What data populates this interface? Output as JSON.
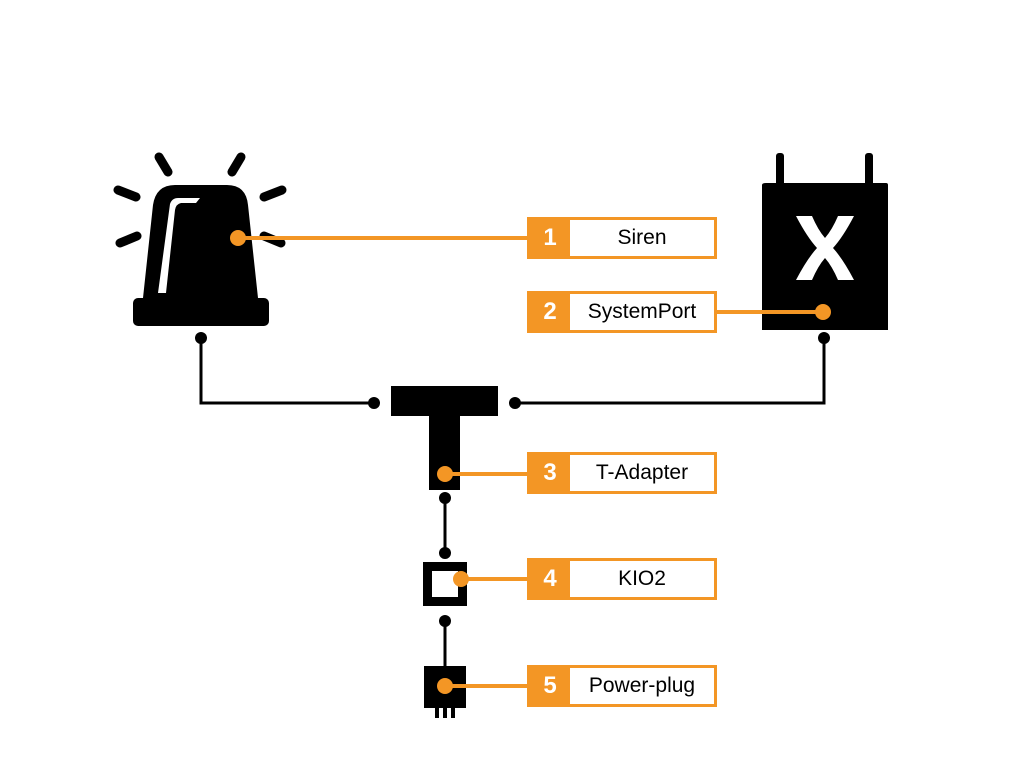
{
  "colors": {
    "accent": "#f39625",
    "ink": "#000000",
    "background": "#ffffff"
  },
  "labels": [
    {
      "number": "1",
      "text": "Siren"
    },
    {
      "number": "2",
      "text": "SystemPort"
    },
    {
      "number": "3",
      "text": "T-Adapter"
    },
    {
      "number": "4",
      "text": "KIO2"
    },
    {
      "number": "5",
      "text": "Power-plug"
    }
  ],
  "devices": [
    {
      "icon": "siren-icon"
    },
    {
      "icon": "systemport-icon"
    },
    {
      "icon": "t-adapter-icon"
    },
    {
      "icon": "kio2-icon"
    },
    {
      "icon": "power-plug-icon"
    }
  ]
}
